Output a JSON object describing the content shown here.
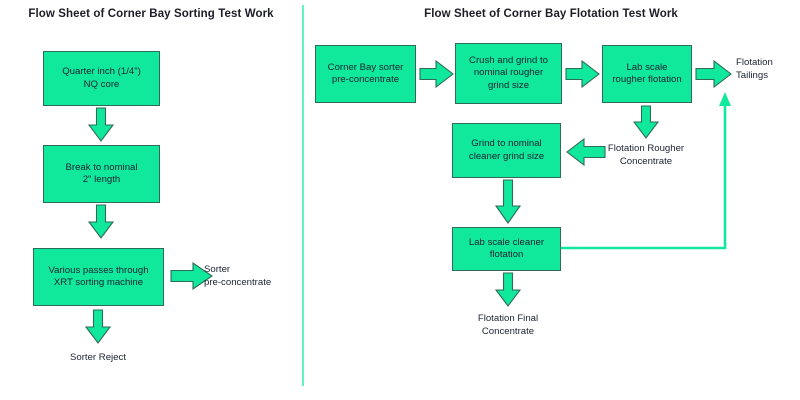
{
  "document": {
    "kind": "flow-sheet-diagram",
    "panels": 2
  },
  "colors": {
    "node_fill": "#10e89c",
    "node_border": "#2f6b58",
    "arrow_fill": "#10e89c",
    "arrow_border": "#2f6b58",
    "divider": "#64f3c0",
    "recycle_line": "#10e89c",
    "text": "#1b2230",
    "background": "#ffffff"
  },
  "left_panel": {
    "title": "Flow Sheet of Corner Bay Sorting Test Work",
    "nodes": [
      {
        "id": "quarter-inch-nq-core",
        "text": "Quarter inch (1/4\")\nNQ core"
      },
      {
        "id": "break-to-nominal",
        "text": "Break to nominal\n2\" length"
      },
      {
        "id": "xrt-sorting",
        "text": "Various passes through\nXRT sorting machine"
      }
    ],
    "labels": [
      {
        "id": "sorter-pre-concentrate",
        "text": "Sorter\npre-concentrate"
      },
      {
        "id": "sorter-reject",
        "text": "Sorter Reject"
      }
    ]
  },
  "right_panel": {
    "title": "Flow Sheet of Corner Bay Flotation Test Work",
    "nodes": [
      {
        "id": "corner-bay-sorter-pre-concentrate",
        "text": "Corner Bay sorter\npre-concentrate"
      },
      {
        "id": "crush-and-grind-rougher",
        "text": "Crush and grind to\nnominal rougher\ngrind size"
      },
      {
        "id": "lab-scale-rougher-flotation",
        "text": "Lab scale\nrougher flotation"
      },
      {
        "id": "grind-to-nominal-cleaner",
        "text": "Grind to nominal\ncleaner grind size"
      },
      {
        "id": "lab-scale-cleaner-flotation",
        "text": "Lab scale cleaner\nflotation"
      }
    ],
    "labels": [
      {
        "id": "flotation-tailings",
        "text": "Flotation\nTailings"
      },
      {
        "id": "flotation-rougher-concentrate",
        "text": "Flotation Rougher\nConcentrate"
      },
      {
        "id": "flotation-final-concentrate",
        "text": "Flotation Final\nConcentrate"
      }
    ]
  }
}
